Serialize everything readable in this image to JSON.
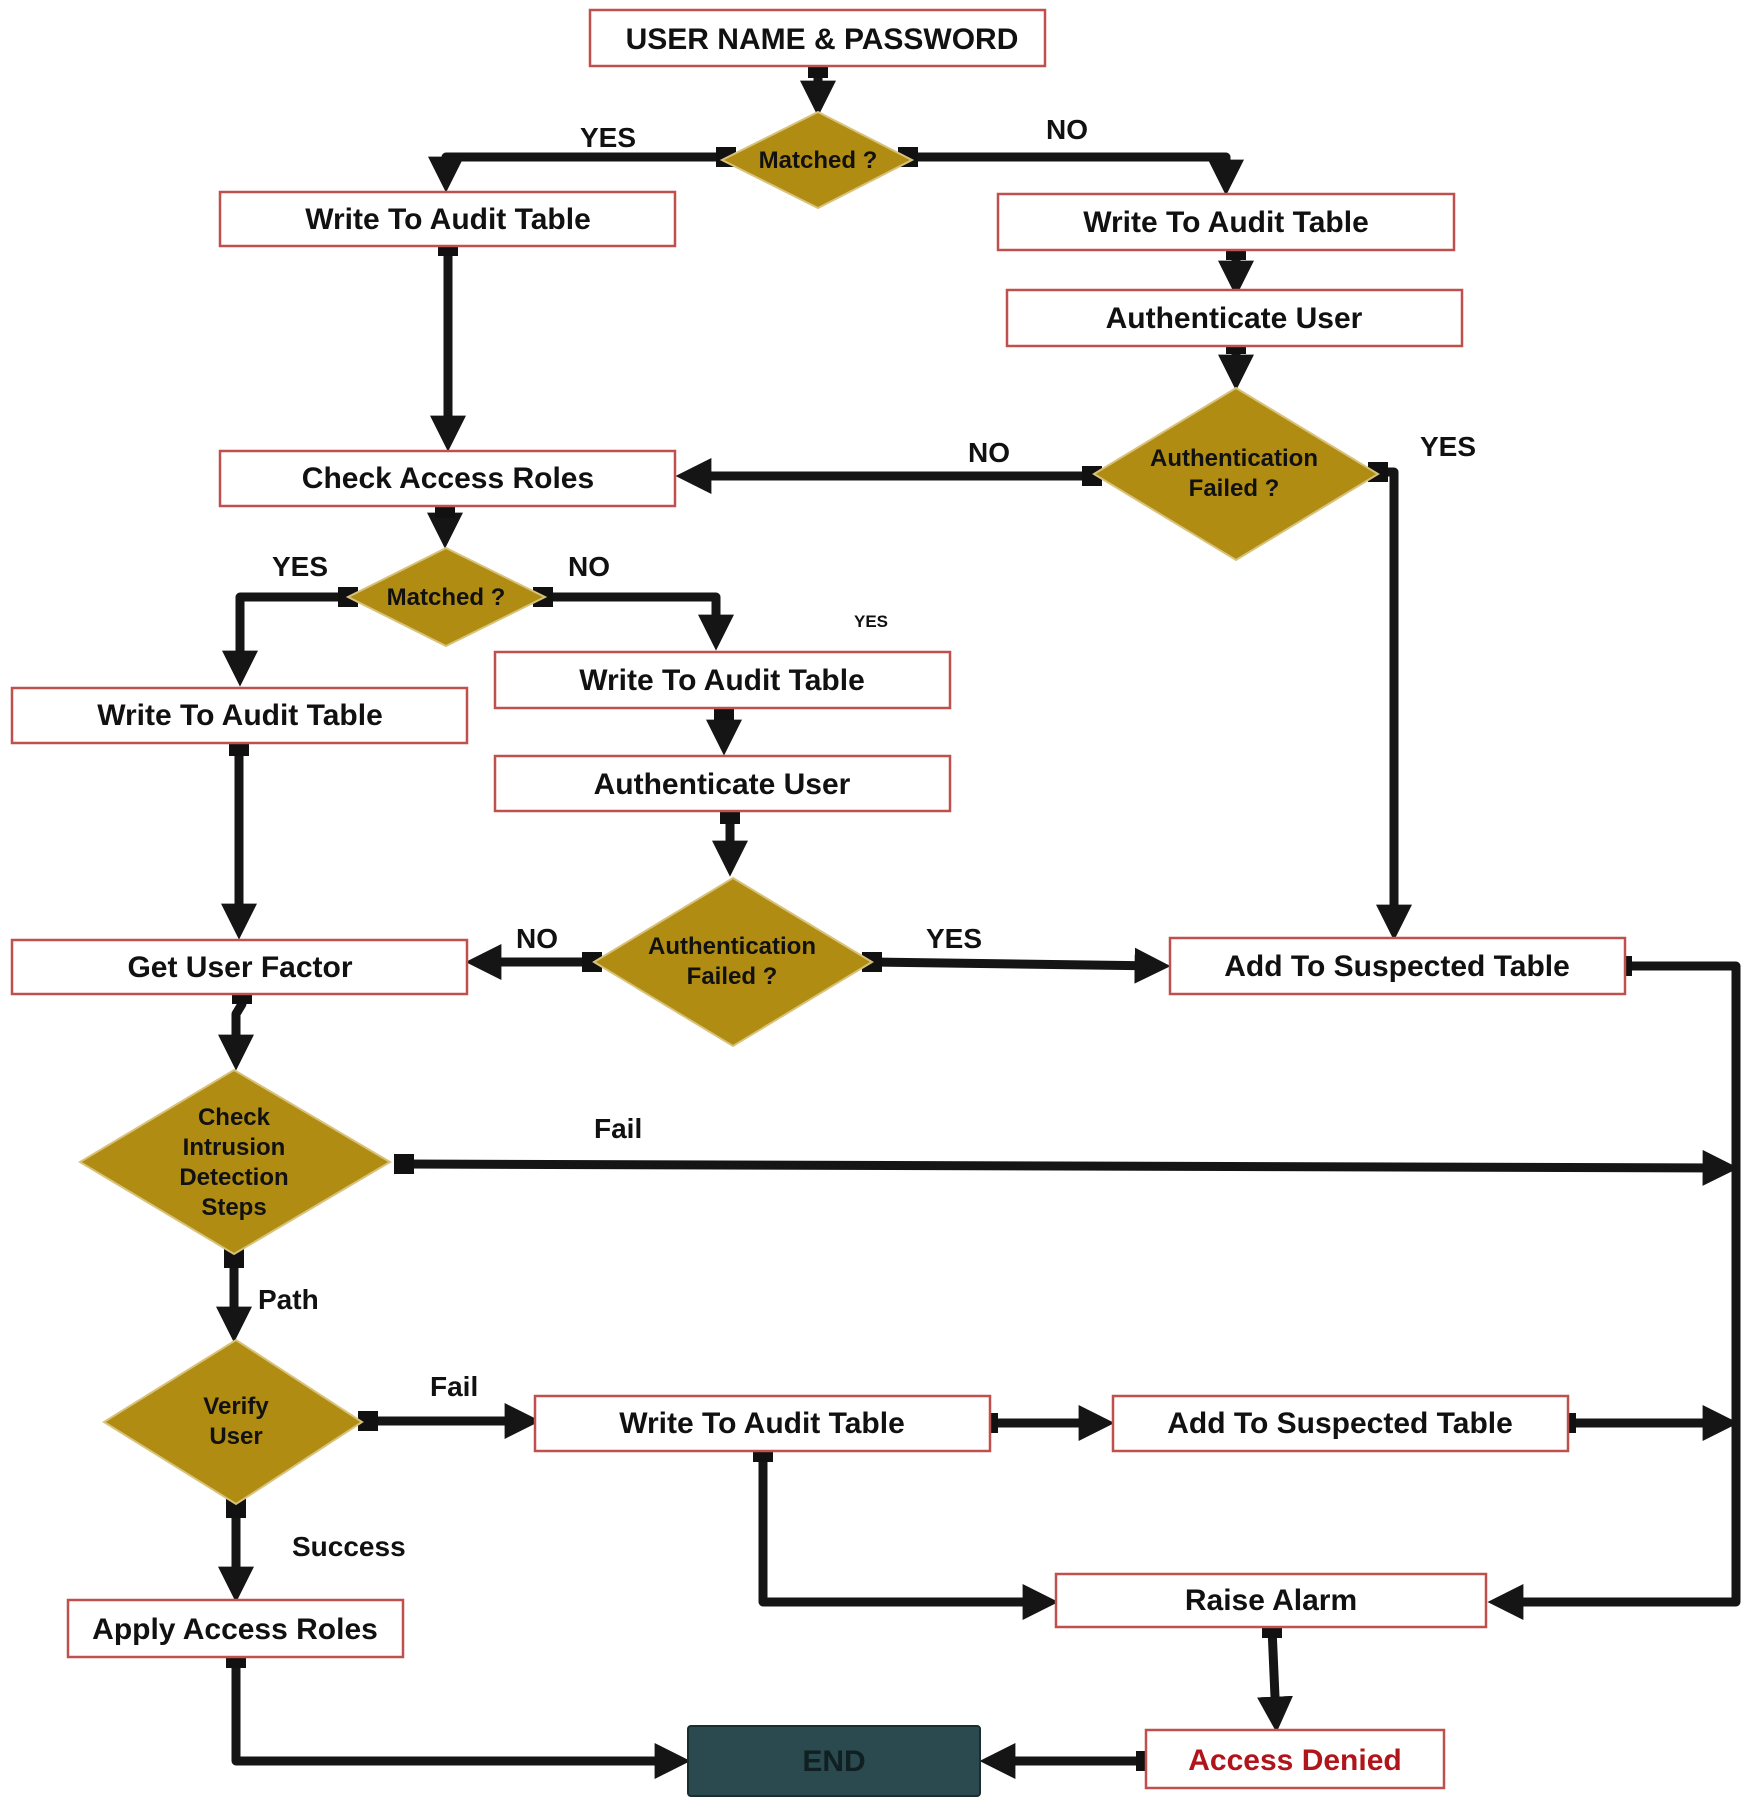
{
  "colors": {
    "box_border": "#c0504d",
    "decision_fill": "#b08c12",
    "end_fill": "#2b4a50",
    "connector": "#151515",
    "denied_text": "#b0151b"
  },
  "nodes": {
    "start": {
      "label": "USER NAME & PASSWORD"
    },
    "matched1": {
      "label": "Matched ?"
    },
    "audit_yes1": {
      "label": "Write To Audit Table"
    },
    "audit_no1": {
      "label": "Write To Audit Table"
    },
    "auth_user1": {
      "label": "Authenticate User"
    },
    "auth_failed1": {
      "lines": [
        "Authentication",
        "Failed ?"
      ]
    },
    "check_roles": {
      "label": "Check Access Roles"
    },
    "matched2": {
      "label": "Matched ?"
    },
    "audit_yes2": {
      "label": "Write To Audit Table"
    },
    "audit_no2": {
      "label": "Write To Audit Table"
    },
    "auth_user2": {
      "label": "Authenticate User"
    },
    "auth_failed2": {
      "lines": [
        "Authentication",
        "Failed ?"
      ]
    },
    "get_factor": {
      "label": "Get User Factor"
    },
    "suspected1": {
      "label": "Add To Suspected Table"
    },
    "intrusion": {
      "lines": [
        "Check",
        "Intrusion",
        "Detection",
        "Steps"
      ]
    },
    "verify": {
      "lines": [
        "Verify",
        "User"
      ]
    },
    "audit_fail": {
      "label": "Write To Audit Table"
    },
    "suspected2": {
      "label": "Add To Suspected Table"
    },
    "raise_alarm": {
      "label": "Raise Alarm"
    },
    "apply_roles": {
      "label": "Apply Access Roles"
    },
    "end": {
      "label": "END"
    },
    "access_denied": {
      "label": "Access Denied"
    }
  },
  "edge_labels": {
    "matched1_yes": "YES",
    "matched1_no": "NO",
    "auth1_no": "NO",
    "auth1_yes": "YES",
    "matched2_yes": "YES",
    "matched2_no": "NO",
    "stray_yes": "YES",
    "auth2_no": "NO",
    "auth2_yes": "YES",
    "intrusion_fail": "Fail",
    "intrusion_path": "Path",
    "verify_fail": "Fail",
    "verify_success": "Success"
  }
}
